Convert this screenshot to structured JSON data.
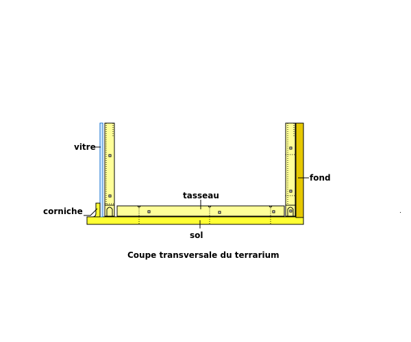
{
  "labels": {
    "vitre": "vitre",
    "corniche": "corniche",
    "tasseau": "tasseau",
    "fond": "fond",
    "sol": "sol"
  },
  "caption": "Coupe transversale du terrarium",
  "colors": {
    "wood": "#ffff99",
    "wood_dark": "#e6c800",
    "glass": "#99ccff",
    "outline": "#000000",
    "background": "#ffffff"
  }
}
